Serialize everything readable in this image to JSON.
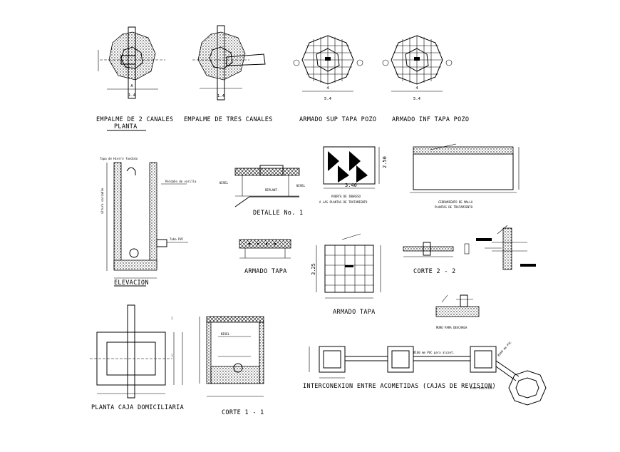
{
  "drawing": {
    "titles": {
      "empalme_2": "EMPALME DE 2 CANALES",
      "planta_sub": "PLANTA",
      "empalme_3": "EMPALME DE TRES   CANALES",
      "armado_sup": "ARMADO SUP TAPA POZO",
      "armado_inf": "ARMADO INF TAPA POZO",
      "detalle": "DETALLE No. 1",
      "puerta_1": "PUERTA DE INGRESO",
      "puerta_2": "A LAS PLANTAS DE TRATAMIENTO",
      "cerramiento_1": "CERRAMIENTO DE MALLA",
      "cerramiento_2": "PLANTAS DE TRATAMIENTO",
      "armado_tapa_1": "ARMADO TAPA",
      "armado_tapa_2": "ARMADO TAPA",
      "corte_2": "CORTE 2 - 2",
      "muro": "MURO PARA DESCARGA",
      "elevacion": "ELEVACION",
      "planta_caja": "PLANTA CAJA DOMICILIARIA",
      "corte_1": "CORTE 1 - 1",
      "interconexion": "INTERCONEXION ENTRE ACOMETIDAS (CAJAS DE REVISION)",
      "pvc_note": "Ø160 mm PVC para alcant.",
      "pvc_diag": "Ø160 mm PVC",
      "pozo": "Pozo Revisión"
    },
    "dims": {
      "puerta_w": "3.40",
      "puerta_h": "2.50",
      "tapa_h": "3.25"
    }
  }
}
